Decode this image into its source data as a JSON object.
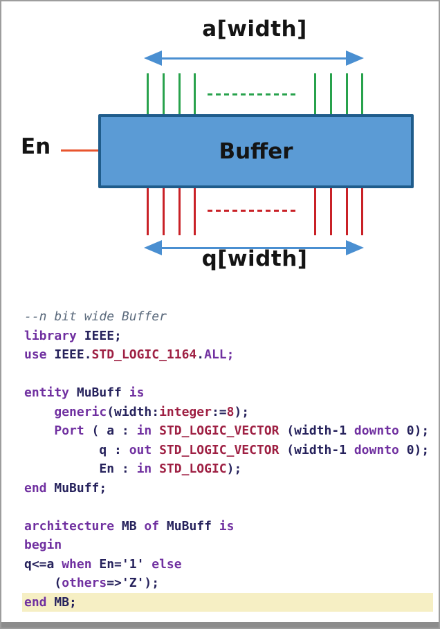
{
  "diagram": {
    "top_bus_label": "a[width]",
    "bottom_bus_label": "q[width]",
    "block_label": "Buffer",
    "enable_label": "En",
    "colors": {
      "arrow_blue": "#4a8fd1",
      "box_fill": "#5b9bd5",
      "box_border": "#1f5c8b",
      "input_line_green": "#28a24c",
      "output_line_red": "#c92127",
      "enable_line_orange": "#e8552e"
    },
    "input_lines_x": [
      210,
      233,
      256,
      278,
      452,
      475,
      498,
      520
    ],
    "output_lines_x": [
      210,
      233,
      256,
      278,
      452,
      475,
      498,
      520
    ]
  },
  "code": {
    "highlight_color": "#f6efc4",
    "token_colors": {
      "kw": "#7030a0",
      "id": "#26225c",
      "type": "#9e2043",
      "comment": "#5c6b7d"
    },
    "lines": [
      {
        "tokens": [
          {
            "t": "--n bit wide Buffer",
            "c": "comment"
          }
        ]
      },
      {
        "tokens": [
          {
            "t": "library",
            "c": "kw"
          },
          {
            "t": " IEEE;",
            "c": "id"
          }
        ]
      },
      {
        "tokens": [
          {
            "t": "use",
            "c": "kw"
          },
          {
            "t": " IEEE.",
            "c": "id"
          },
          {
            "t": "STD_LOGIC_1164",
            "c": "type"
          },
          {
            "t": ".",
            "c": "id"
          },
          {
            "t": "ALL;",
            "c": "kw"
          }
        ]
      },
      {
        "tokens": []
      },
      {
        "tokens": [
          {
            "t": "entity",
            "c": "kw"
          },
          {
            "t": " MuBuff ",
            "c": "id"
          },
          {
            "t": "is",
            "c": "kw"
          }
        ]
      },
      {
        "tokens": [
          {
            "t": "    ",
            "c": "id"
          },
          {
            "t": "generic",
            "c": "kw"
          },
          {
            "t": "(width:",
            "c": "id"
          },
          {
            "t": "integer",
            "c": "type"
          },
          {
            "t": ":=",
            "c": "id"
          },
          {
            "t": "8",
            "c": "type"
          },
          {
            "t": ");",
            "c": "id"
          }
        ]
      },
      {
        "tokens": [
          {
            "t": "    ",
            "c": "id"
          },
          {
            "t": "Port",
            "c": "kw"
          },
          {
            "t": " ( a : ",
            "c": "id"
          },
          {
            "t": "in",
            "c": "kw"
          },
          {
            "t": " ",
            "c": "id"
          },
          {
            "t": "STD_LOGIC_VECTOR",
            "c": "type"
          },
          {
            "t": " (width-1 ",
            "c": "id"
          },
          {
            "t": "downto",
            "c": "kw"
          },
          {
            "t": " 0);",
            "c": "id"
          }
        ]
      },
      {
        "tokens": [
          {
            "t": "          q : ",
            "c": "id"
          },
          {
            "t": "out",
            "c": "kw"
          },
          {
            "t": " ",
            "c": "id"
          },
          {
            "t": "STD_LOGIC_VECTOR",
            "c": "type"
          },
          {
            "t": " (width-1 ",
            "c": "id"
          },
          {
            "t": "downto",
            "c": "kw"
          },
          {
            "t": " 0);",
            "c": "id"
          }
        ]
      },
      {
        "tokens": [
          {
            "t": "          En : ",
            "c": "id"
          },
          {
            "t": "in",
            "c": "kw"
          },
          {
            "t": " ",
            "c": "id"
          },
          {
            "t": "STD_LOGIC",
            "c": "type"
          },
          {
            "t": ");",
            "c": "id"
          }
        ]
      },
      {
        "tokens": [
          {
            "t": "end",
            "c": "kw"
          },
          {
            "t": " MuBuff;",
            "c": "id"
          }
        ]
      },
      {
        "tokens": []
      },
      {
        "tokens": [
          {
            "t": "architecture",
            "c": "kw"
          },
          {
            "t": " MB ",
            "c": "id"
          },
          {
            "t": "of",
            "c": "kw"
          },
          {
            "t": " MuBuff ",
            "c": "id"
          },
          {
            "t": "is",
            "c": "kw"
          }
        ]
      },
      {
        "tokens": [
          {
            "t": "begin",
            "c": "kw"
          }
        ]
      },
      {
        "tokens": [
          {
            "t": "q<=a ",
            "c": "id"
          },
          {
            "t": "when",
            "c": "kw"
          },
          {
            "t": " En='1' ",
            "c": "id"
          },
          {
            "t": "else",
            "c": "kw"
          }
        ]
      },
      {
        "tokens": [
          {
            "t": "    (",
            "c": "id"
          },
          {
            "t": "others",
            "c": "kw"
          },
          {
            "t": "=>'Z');",
            "c": "id"
          }
        ]
      },
      {
        "tokens": [
          {
            "t": "end",
            "c": "kw"
          },
          {
            "t": " MB;",
            "c": "id"
          }
        ],
        "highlight": true
      }
    ]
  }
}
